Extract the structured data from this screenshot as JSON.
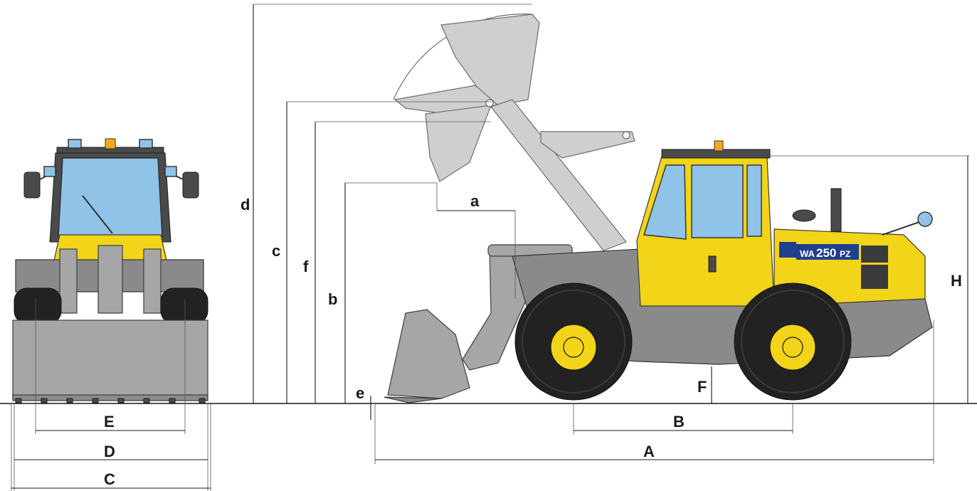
{
  "dimension_labels": {
    "A": "A",
    "B": "B",
    "C": "C",
    "D": "D",
    "E": "E",
    "F": "F",
    "H": "H",
    "a": "a",
    "b": "b",
    "c": "c",
    "d": "d",
    "e": "e",
    "f": "f"
  },
  "model_badge": {
    "prefix": "WA",
    "number": "250",
    "suffix": "PZ"
  },
  "colors": {
    "machine_yellow": "#f2d418",
    "frame_gray": "#8a8a8a",
    "bucket_gray": "#a6a6a6",
    "glass_blue": "#8fc3e8",
    "tire_black": "#222222",
    "badge_blue": "#1f3f8f"
  }
}
